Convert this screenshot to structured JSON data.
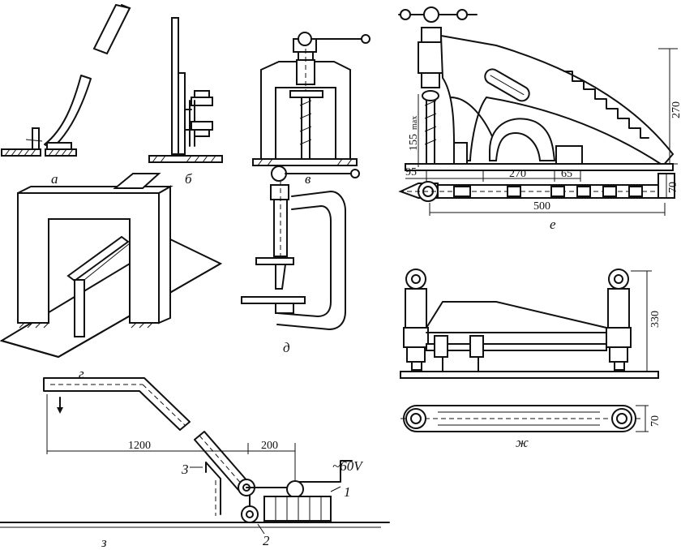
{
  "labels": {
    "a": "а",
    "b": "б",
    "v": "в",
    "g": "г",
    "d": "д",
    "e": "е",
    "zh": "ж",
    "z": "з"
  },
  "dimensions": {
    "e_height": "270",
    "e_jaw": "155",
    "e_jaw_sub": "max",
    "e_left": "95",
    "e_mid": "270",
    "e_right": "65",
    "e_length": "500",
    "e_width": "70",
    "zh_height": "330",
    "zh_width": "70",
    "z_long": "1200",
    "z_short": "200",
    "z_voltage": "~60V"
  },
  "part_numbers": {
    "p1": "1",
    "p2": "2",
    "p3": "3"
  }
}
